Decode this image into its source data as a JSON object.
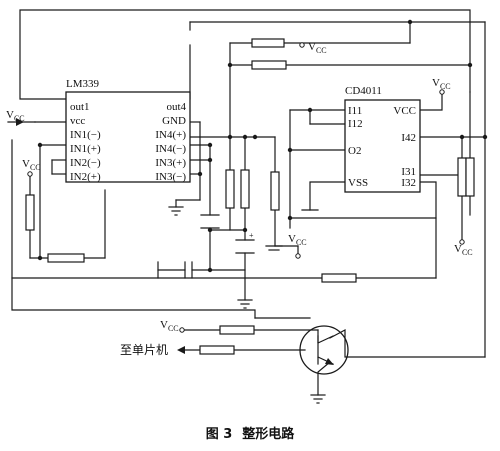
{
  "chips": {
    "lm339": {
      "name": "LM339",
      "left_pins": [
        "out1",
        "vcc",
        "IN1(−)",
        "IN1(+)",
        "IN2(−)",
        "IN2(+)"
      ],
      "right_pins": [
        "out4",
        "GND",
        "IN4(+)",
        "IN4(−)",
        "IN3(+)",
        "IN3(−)"
      ]
    },
    "cd4011": {
      "name": "CD4011",
      "pins": {
        "i11": "I11",
        "i12": "I12",
        "o2": "O2",
        "vss": "VSS",
        "vcc": "VCC",
        "i42": "I42",
        "i31": "I31",
        "i32": "I32"
      }
    }
  },
  "supply": {
    "main": "V",
    "sub": "CC"
  },
  "mcu_label": "至单片机",
  "caption": {
    "fig": "图 3",
    "title": "整形电路"
  },
  "capacitor_polarity": "+"
}
